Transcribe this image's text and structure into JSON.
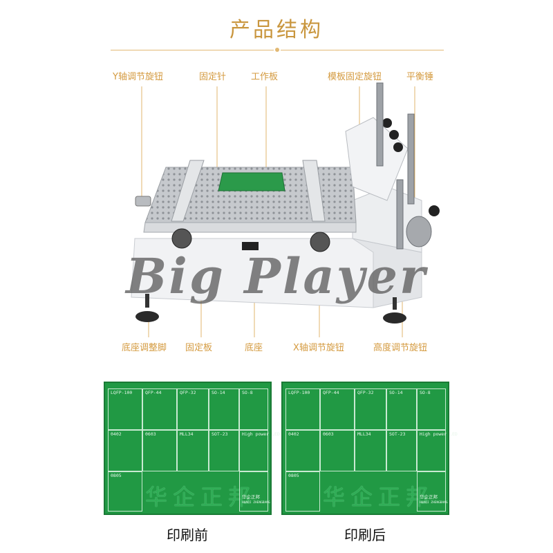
{
  "title": "产品结构",
  "labels": {
    "y_knob": "Y轴调节旋钮",
    "pin": "固定针",
    "work_plate": "工作板",
    "stencil_knob": "模板固定旋钮",
    "counterweight": "平衡锤",
    "base_foot": "底座调整脚",
    "fix_plate": "固定板",
    "base": "底座",
    "x_knob": "X轴调节旋钮",
    "height_knob": "高度调节旋钮"
  },
  "watermark": "Big Player",
  "pcb": {
    "cells": [
      "LQFP-100",
      "QFP-44",
      "QFP-32",
      "SO-14",
      "SO-8",
      "0402",
      "0603",
      "MLL34",
      "SOT-23",
      "High power LED",
      "0805"
    ],
    "brand_text": "华企正邦",
    "logo_text": "华企正邦",
    "logo_sub": "HUAQI ZHENGBANG"
  },
  "captions": {
    "before": "印刷前",
    "after": "印刷后"
  },
  "colors": {
    "accent": "#d49a3f",
    "pcb_green": "#219944",
    "watermark": "#5f5f5f"
  }
}
